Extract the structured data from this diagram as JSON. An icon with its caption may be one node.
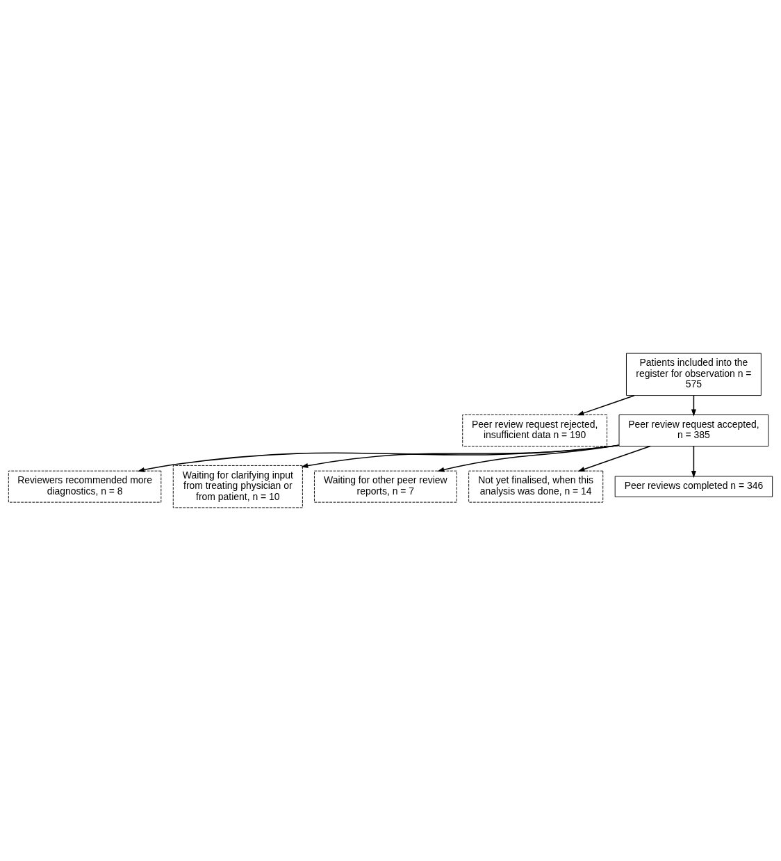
{
  "diagram": {
    "nodes": [
      {
        "text": [
          "Patients included into the register for observation n = 575"
        ]
      },
      {
        "text": [
          "Peer review request rejected, insufficient data n = 190"
        ]
      },
      {
        "text": [
          "Peer review request accepted, n = 385"
        ]
      },
      {
        "text": [
          "Reviewers recommended more diagnostics, n = 8"
        ]
      },
      {
        "text": [
          "Waiting for clarifying input from treating physician or from patient, n = 10"
        ]
      },
      {
        "text": [
          "Waiting for other peer review reports, n = 7"
        ]
      },
      {
        "text": [
          "Not yet finalised, when this analysis was done, n = 14"
        ]
      },
      {
        "text": [
          "Peer reviews completed n = 346"
        ]
      }
    ],
    "edges": [
      {
        "from": 0,
        "to": 1,
        "arrow": "to"
      },
      {
        "from": 0,
        "to": 2,
        "arrow": "to"
      },
      {
        "from": 2,
        "to": 3,
        "arrow": "to"
      },
      {
        "from": 2,
        "to": 4,
        "arrow": "to"
      },
      {
        "from": 2,
        "to": 5,
        "arrow": "to"
      },
      {
        "from": 2,
        "to": 6,
        "arrow": "to"
      },
      {
        "from": 2,
        "to": 7,
        "arrow": "to"
      }
    ]
  }
}
